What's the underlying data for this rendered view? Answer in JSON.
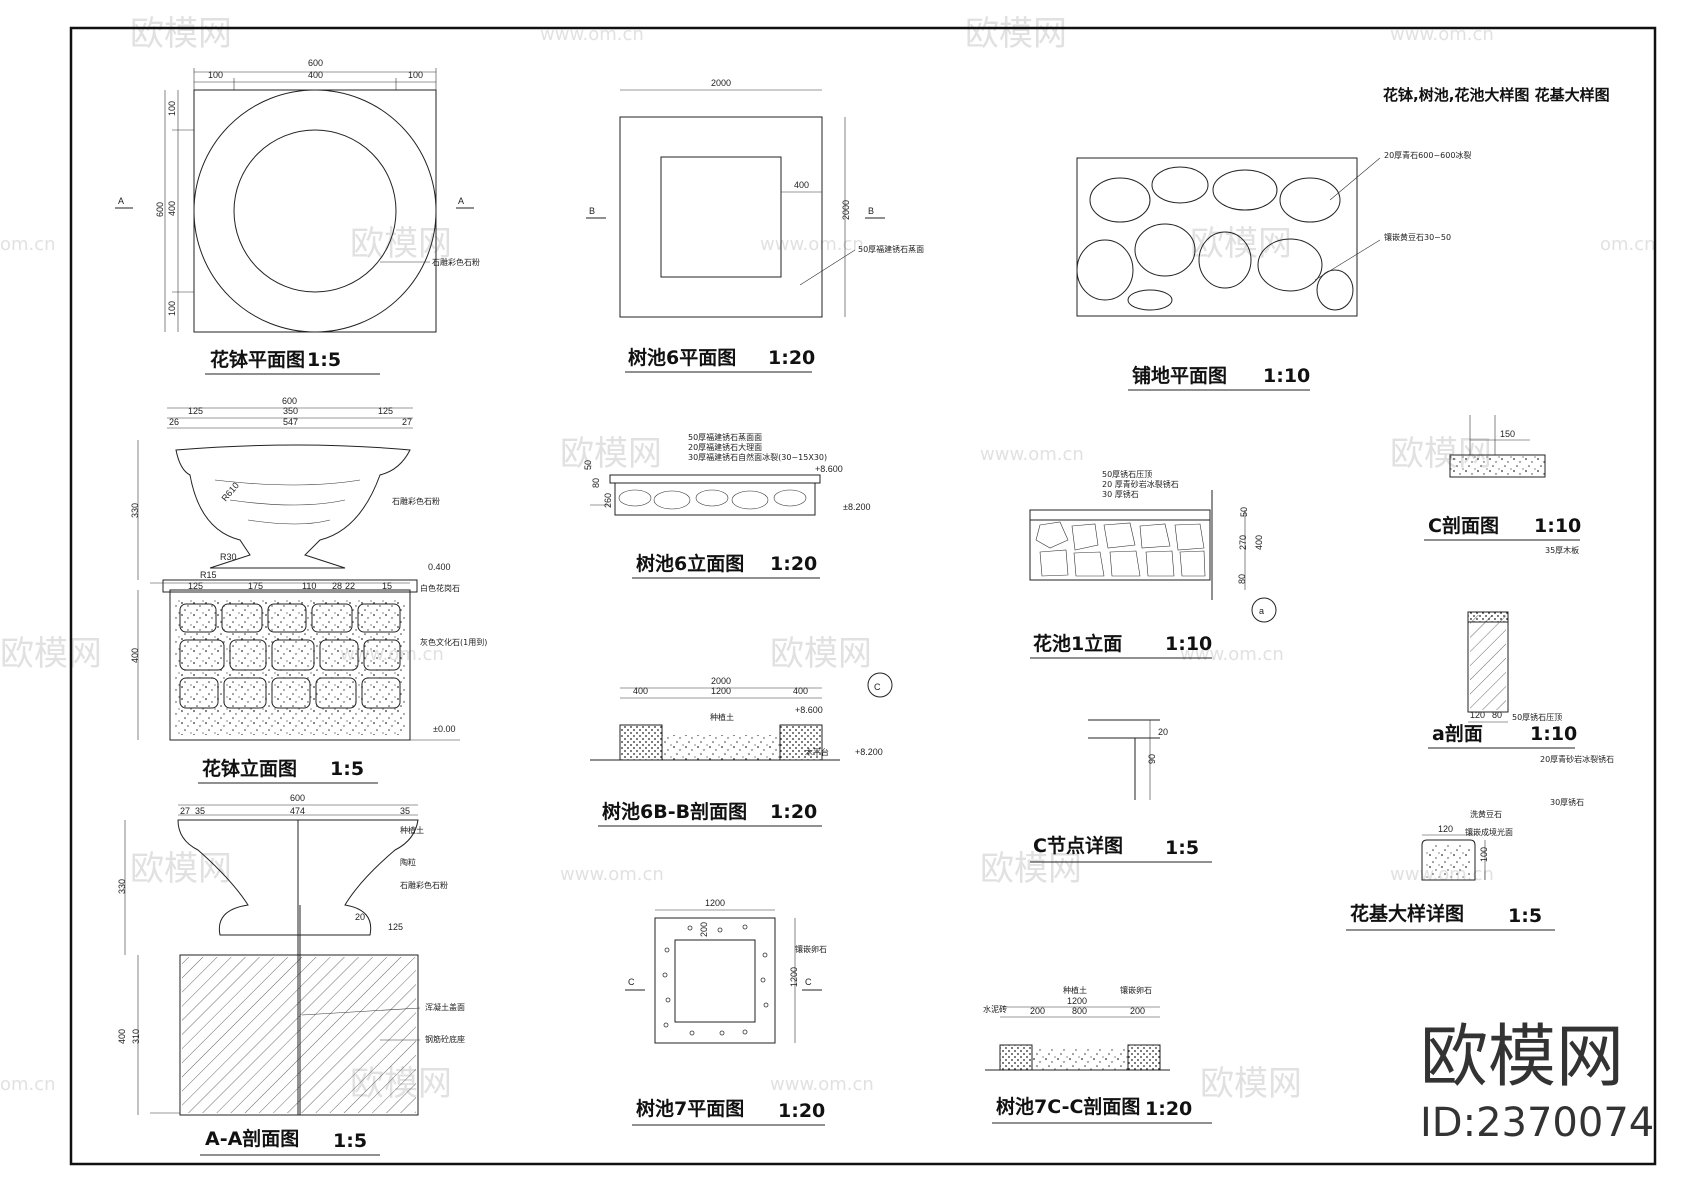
{
  "sheet_title": "花钵,树池,花池大样图 花基大样图",
  "brand": {
    "name": "欧模网",
    "id": "ID:2370074"
  },
  "watermarks": {
    "logo": "欧模网",
    "url": "www.om.cn",
    "url_short": "om.cn"
  },
  "drawings": {
    "bowl_plan": {
      "title": "花钵平面图",
      "scale": "1:5",
      "section_mark": "A",
      "dims": {
        "top": "600",
        "left_seg": "100",
        "mid_seg": "400",
        "right_seg": "100",
        "side": "600",
        "side_a": "100",
        "side_b": "400",
        "side_c": "100"
      },
      "note": "石雕彩色石粉"
    },
    "pool6_plan": {
      "title": "树池6平面图",
      "scale": "1:20",
      "section_mark": "B",
      "dims": {
        "top": "2000",
        "inner": "400",
        "side": "2000"
      },
      "note": "50厚福建锈石蒸面"
    },
    "paving_plan": {
      "title": "铺地平面图",
      "scale": "1:10",
      "notes": [
        "20厚青石600~600冰裂",
        "镶嵌黄豆石30~50"
      ]
    },
    "bowl_elev": {
      "title": "花钵立面图",
      "scale": "1:5",
      "dims": {
        "top": "600",
        "seg1": "125",
        "seg2": "350",
        "seg3": "125",
        "inner": "547",
        "a": "26",
        "b": "27",
        "h1": "330",
        "h2": "400",
        "base_1": "125",
        "base_2": "175",
        "base_3": "110",
        "base_4": "28",
        "base_5": "22",
        "base_6": "15",
        "r1": "R610",
        "r2": "R30",
        "r3": "R15",
        "elev_top": "0.400",
        "elev_base": "±0.00"
      },
      "notes": [
        "石雕彩色石粉",
        "白色花岗石",
        "灰色文化石(1用到)"
      ]
    },
    "pool6_elev": {
      "title": "树池6立面图",
      "scale": "1:20",
      "notes": [
        "50厚福建锈石蒸面面",
        "20厚福建锈石大理面",
        "30厚福建锈石自然面冰裂(30~15X30)"
      ],
      "dims": {
        "h1": "50",
        "h2": "80",
        "h3": "260",
        "e1": "+8.600",
        "e2": "±8.200"
      }
    },
    "planter1_elev": {
      "title": "花池1立面",
      "scale": "1:10",
      "notes": [
        "50厚锈石压顶",
        "20 厚青砂岩冰裂锈石",
        "30 厚锈石"
      ],
      "dims": {
        "h1": "50",
        "h2": "270",
        "h3": "80",
        "total": "400"
      },
      "mark": "a"
    },
    "c_section": {
      "title": "C剖面图",
      "scale": "1:10",
      "dim": "150",
      "note": "35厚木板"
    },
    "pool6_bb": {
      "title": "树池6B-B剖面图",
      "scale": "1:20",
      "dims": {
        "top": "2000",
        "left": "400",
        "mid": "1200",
        "right": "400",
        "e1": "+8.600",
        "e2": "+8.200"
      },
      "notes": [
        "种植土",
        "木平台"
      ],
      "mark": "C"
    },
    "c_node": {
      "title": "C节点详图",
      "scale": "1:5",
      "dims": {
        "a": "20",
        "b": "90"
      }
    },
    "a_section": {
      "title": "a剖面",
      "scale": "1:10",
      "dims": {
        "w1": "120",
        "w2": "80"
      },
      "notes": [
        "50厚锈石压顶",
        "20厚青砂岩冰裂锈石",
        "30厚锈石"
      ]
    },
    "aa_section": {
      "title": "A-A剖面图",
      "scale": "1:5",
      "dims": {
        "top": "600",
        "inner": "474",
        "a": "27",
        "b": "35",
        "h_total": "330",
        "h_base": "400",
        "h_base_inner": "310",
        "c": "125",
        "d": "20"
      },
      "notes": [
        "种植土",
        "陶粒",
        "石雕彩色石粉",
        "浑凝土盖面",
        "钢筋砼底座"
      ]
    },
    "pool7_plan": {
      "title": "树池7平面图",
      "scale": "1:20",
      "section_mark": "C",
      "dims": {
        "top": "1200",
        "side": "1200",
        "inner": "200"
      },
      "note": "镶嵌卵石"
    },
    "pool7_cc": {
      "title": "树池7C-C剖面图",
      "scale": "1:20",
      "dims": {
        "top": "1200",
        "left": "200",
        "mid": "800",
        "right": "200"
      },
      "notes": [
        "水泥砖",
        "种植土",
        "镶嵌卵石"
      ]
    },
    "flowerbed": {
      "title": "花基大样详图",
      "scale": "1:5",
      "dims": {
        "w": "120",
        "h": "100"
      },
      "notes": [
        "洗黄豆石",
        "镶嵌成境光面"
      ]
    }
  }
}
